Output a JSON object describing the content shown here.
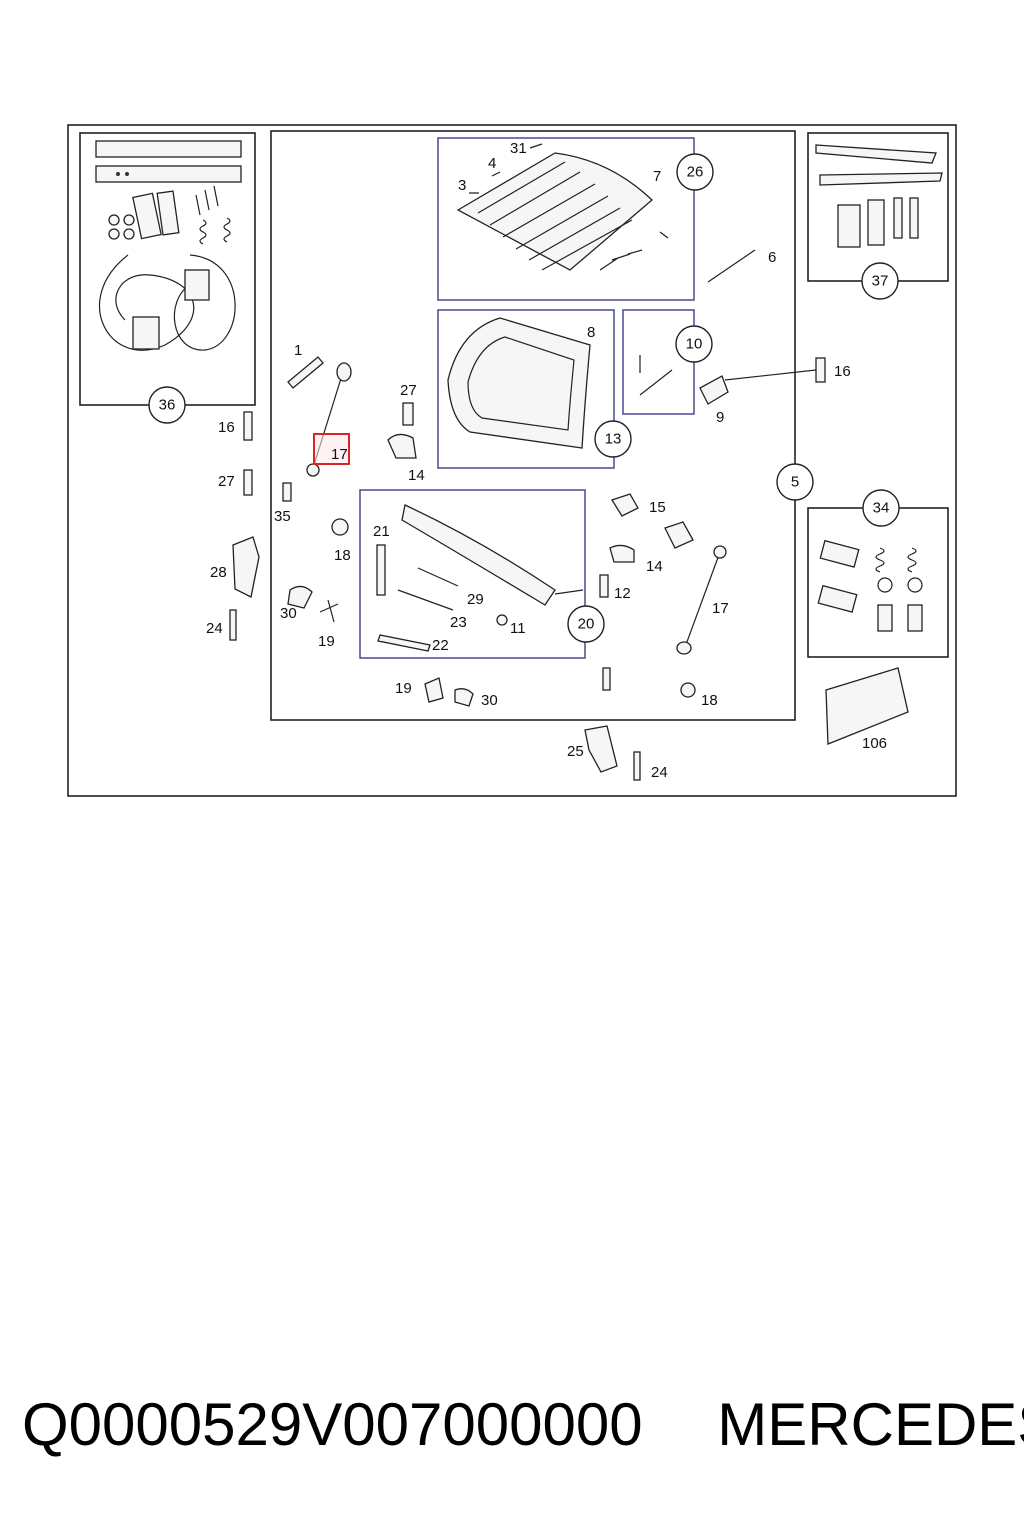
{
  "diagram": {
    "part_callouts": [
      "1",
      "3",
      "4",
      "31",
      "7",
      "6",
      "8",
      "16",
      "27",
      "14",
      "17",
      "35",
      "18",
      "28",
      "30",
      "24",
      "19",
      "21",
      "29",
      "23",
      "11",
      "22",
      "15",
      "12",
      "9",
      "106",
      "25",
      "16",
      "27",
      "14",
      "17",
      "18",
      "19",
      "30",
      "24"
    ],
    "group_callouts": [
      "36",
      "26",
      "10",
      "13",
      "5",
      "37",
      "34",
      "20"
    ],
    "highlighted_callout": "17"
  },
  "footer": {
    "part_code": "Q0000529V007000000",
    "brand": "MERCEDES"
  }
}
